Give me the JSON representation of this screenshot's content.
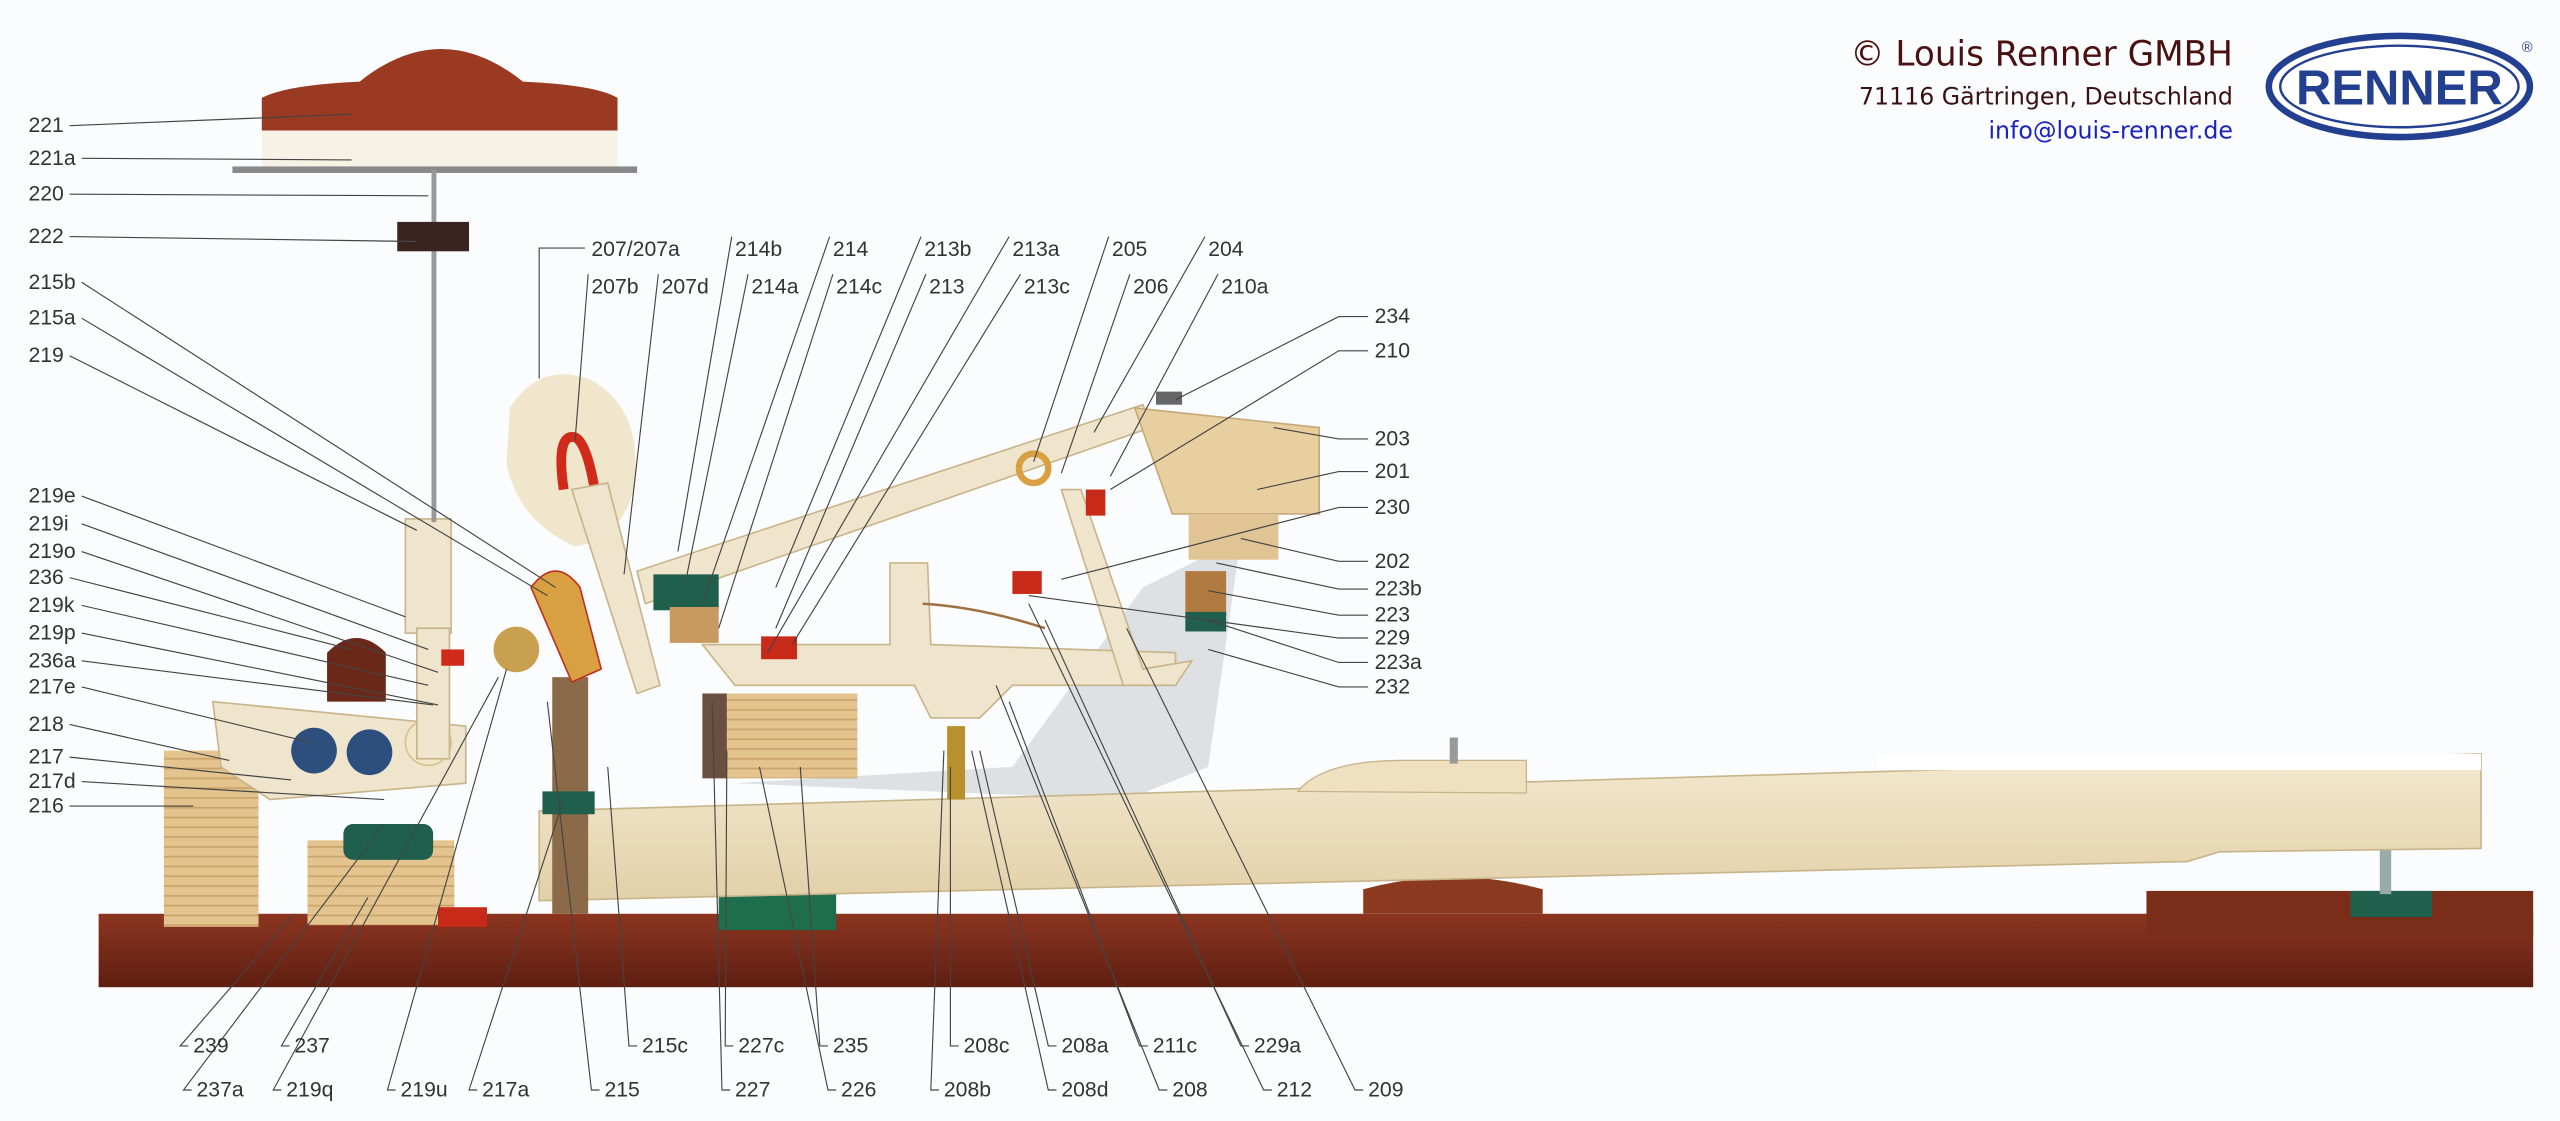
{
  "header": {
    "company": "© Louis Renner GMBH",
    "address": "71116 Gärtringen, Deutschland",
    "email": "info@louis-renner.de",
    "logo_text": "RENNER",
    "logo_mark": "®"
  },
  "colors": {
    "text_dark": "#4a1010",
    "email_blue": "#1a22c0",
    "logo_blue": "#233f8f"
  },
  "labels": {
    "left": [
      "221",
      "221a",
      "220",
      "222",
      "215b",
      "215a",
      "219",
      "219e",
      "219i",
      "219o",
      "236",
      "219k",
      "219p",
      "236a",
      "217e",
      "218",
      "217",
      "217d",
      "216"
    ],
    "top_row1": [
      "207/207a",
      "214b",
      "214",
      "213b",
      "213a",
      "205",
      "204"
    ],
    "top_row2": [
      "207b",
      "207d",
      "214a",
      "214c",
      "213",
      "213c",
      "206",
      "210a"
    ],
    "right": [
      "234",
      "210",
      "203",
      "201",
      "230",
      "202",
      "223b",
      "223",
      "229",
      "223a",
      "232"
    ],
    "bottom_row1": [
      "239",
      "237",
      "215c",
      "227c",
      "235",
      "208c",
      "208a",
      "211c",
      "229a"
    ],
    "bottom_row2": [
      "237a",
      "219q",
      "219u",
      "217a",
      "215",
      "227",
      "226",
      "208b",
      "208d",
      "208",
      "212",
      "209"
    ]
  }
}
